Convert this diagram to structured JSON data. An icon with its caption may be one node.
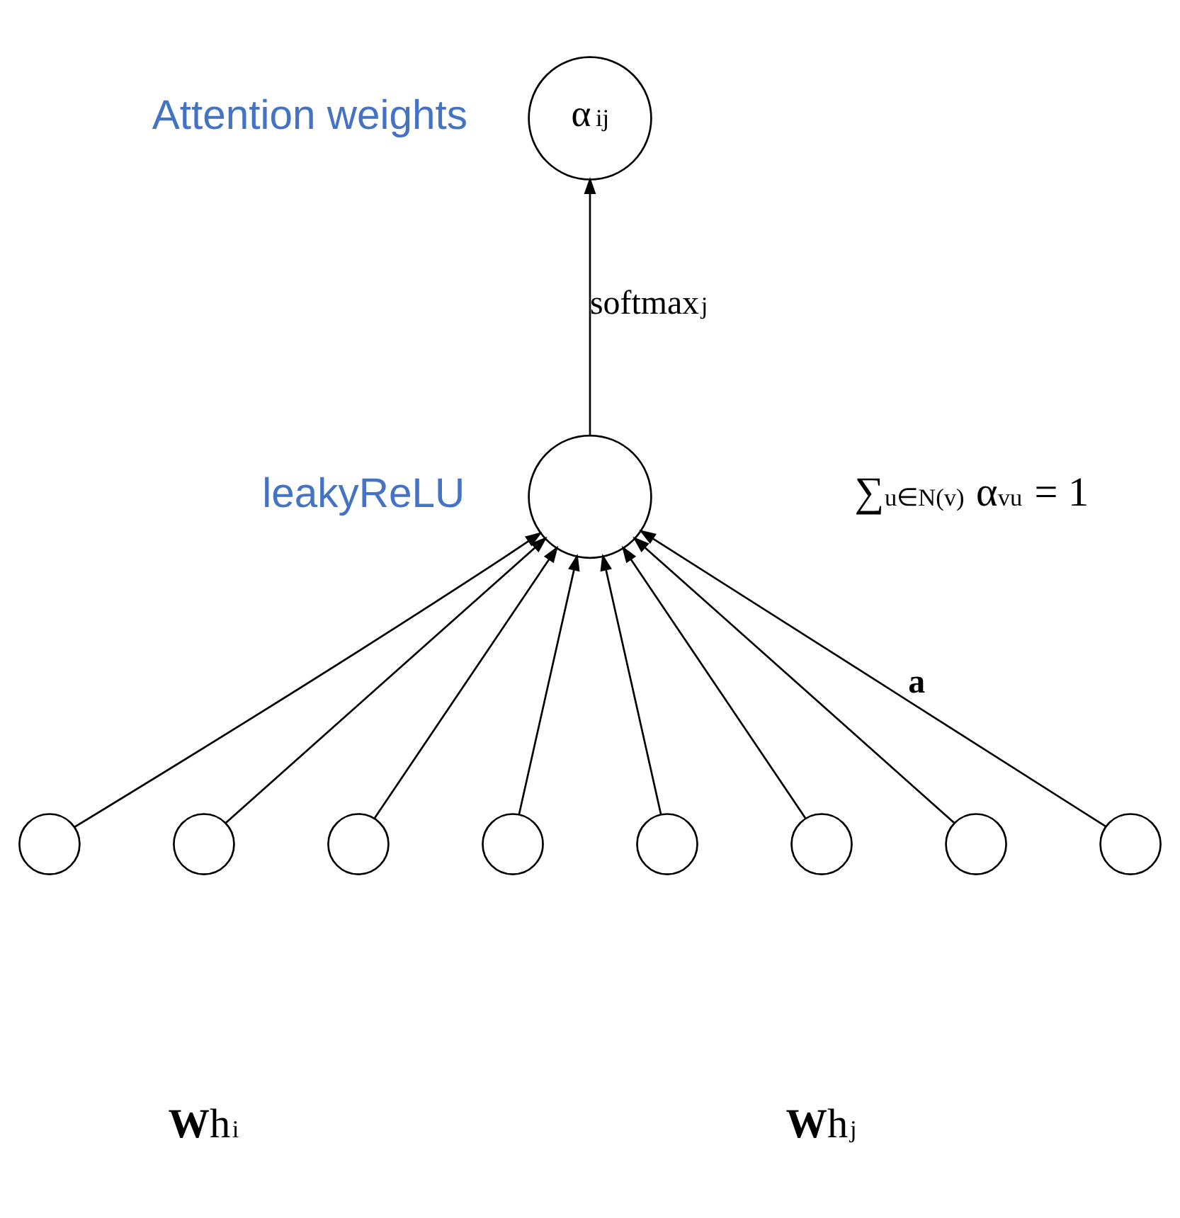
{
  "diagram": {
    "nodes": [
      {
        "text": [
          "α$_{ij}$"
        ],
        "beside": [
          "Attention weights"
        ]
      },
      {
        "text": [],
        "shape": "circle",
        "beside": [
          "leakyReLU"
        ]
      },
      {
        "text": [],
        "shape": "circle"
      },
      {
        "text": [],
        "shape": "circle"
      },
      {
        "text": [],
        "shape": "circle"
      },
      {
        "text": [],
        "shape": "circle"
      },
      {
        "text": [],
        "shape": "circle"
      },
      {
        "text": [],
        "shape": "circle"
      },
      {
        "text": [],
        "shape": "circle"
      },
      {
        "text": [],
        "shape": "circle"
      }
    ],
    "edges": [
      {
        "from": 2,
        "to": 1,
        "arrow": "to"
      },
      {
        "from": 3,
        "to": 1,
        "arrow": "to"
      },
      {
        "from": 4,
        "to": 1,
        "arrow": "to"
      },
      {
        "from": 5,
        "to": 1,
        "arrow": "to"
      },
      {
        "from": 6,
        "to": 1,
        "arrow": "to"
      },
      {
        "from": 7,
        "to": 1,
        "arrow": "to"
      },
      {
        "from": 8,
        "to": 1,
        "arrow": "to"
      },
      {
        "from": 9,
        "to": 1,
        "arrow": "to",
        "label": "**a⃗**"
      },
      {
        "from": 1,
        "to": 0,
        "arrow": "to",
        "label": "softmax$_{j}$"
      }
    ],
    "labels": [
      "∑$_{u∈N(v)}$ α$_{vu}$ = 1",
      "**W**h⃗$_{i}$",
      "**W**h⃗$_{j}$"
    ]
  }
}
